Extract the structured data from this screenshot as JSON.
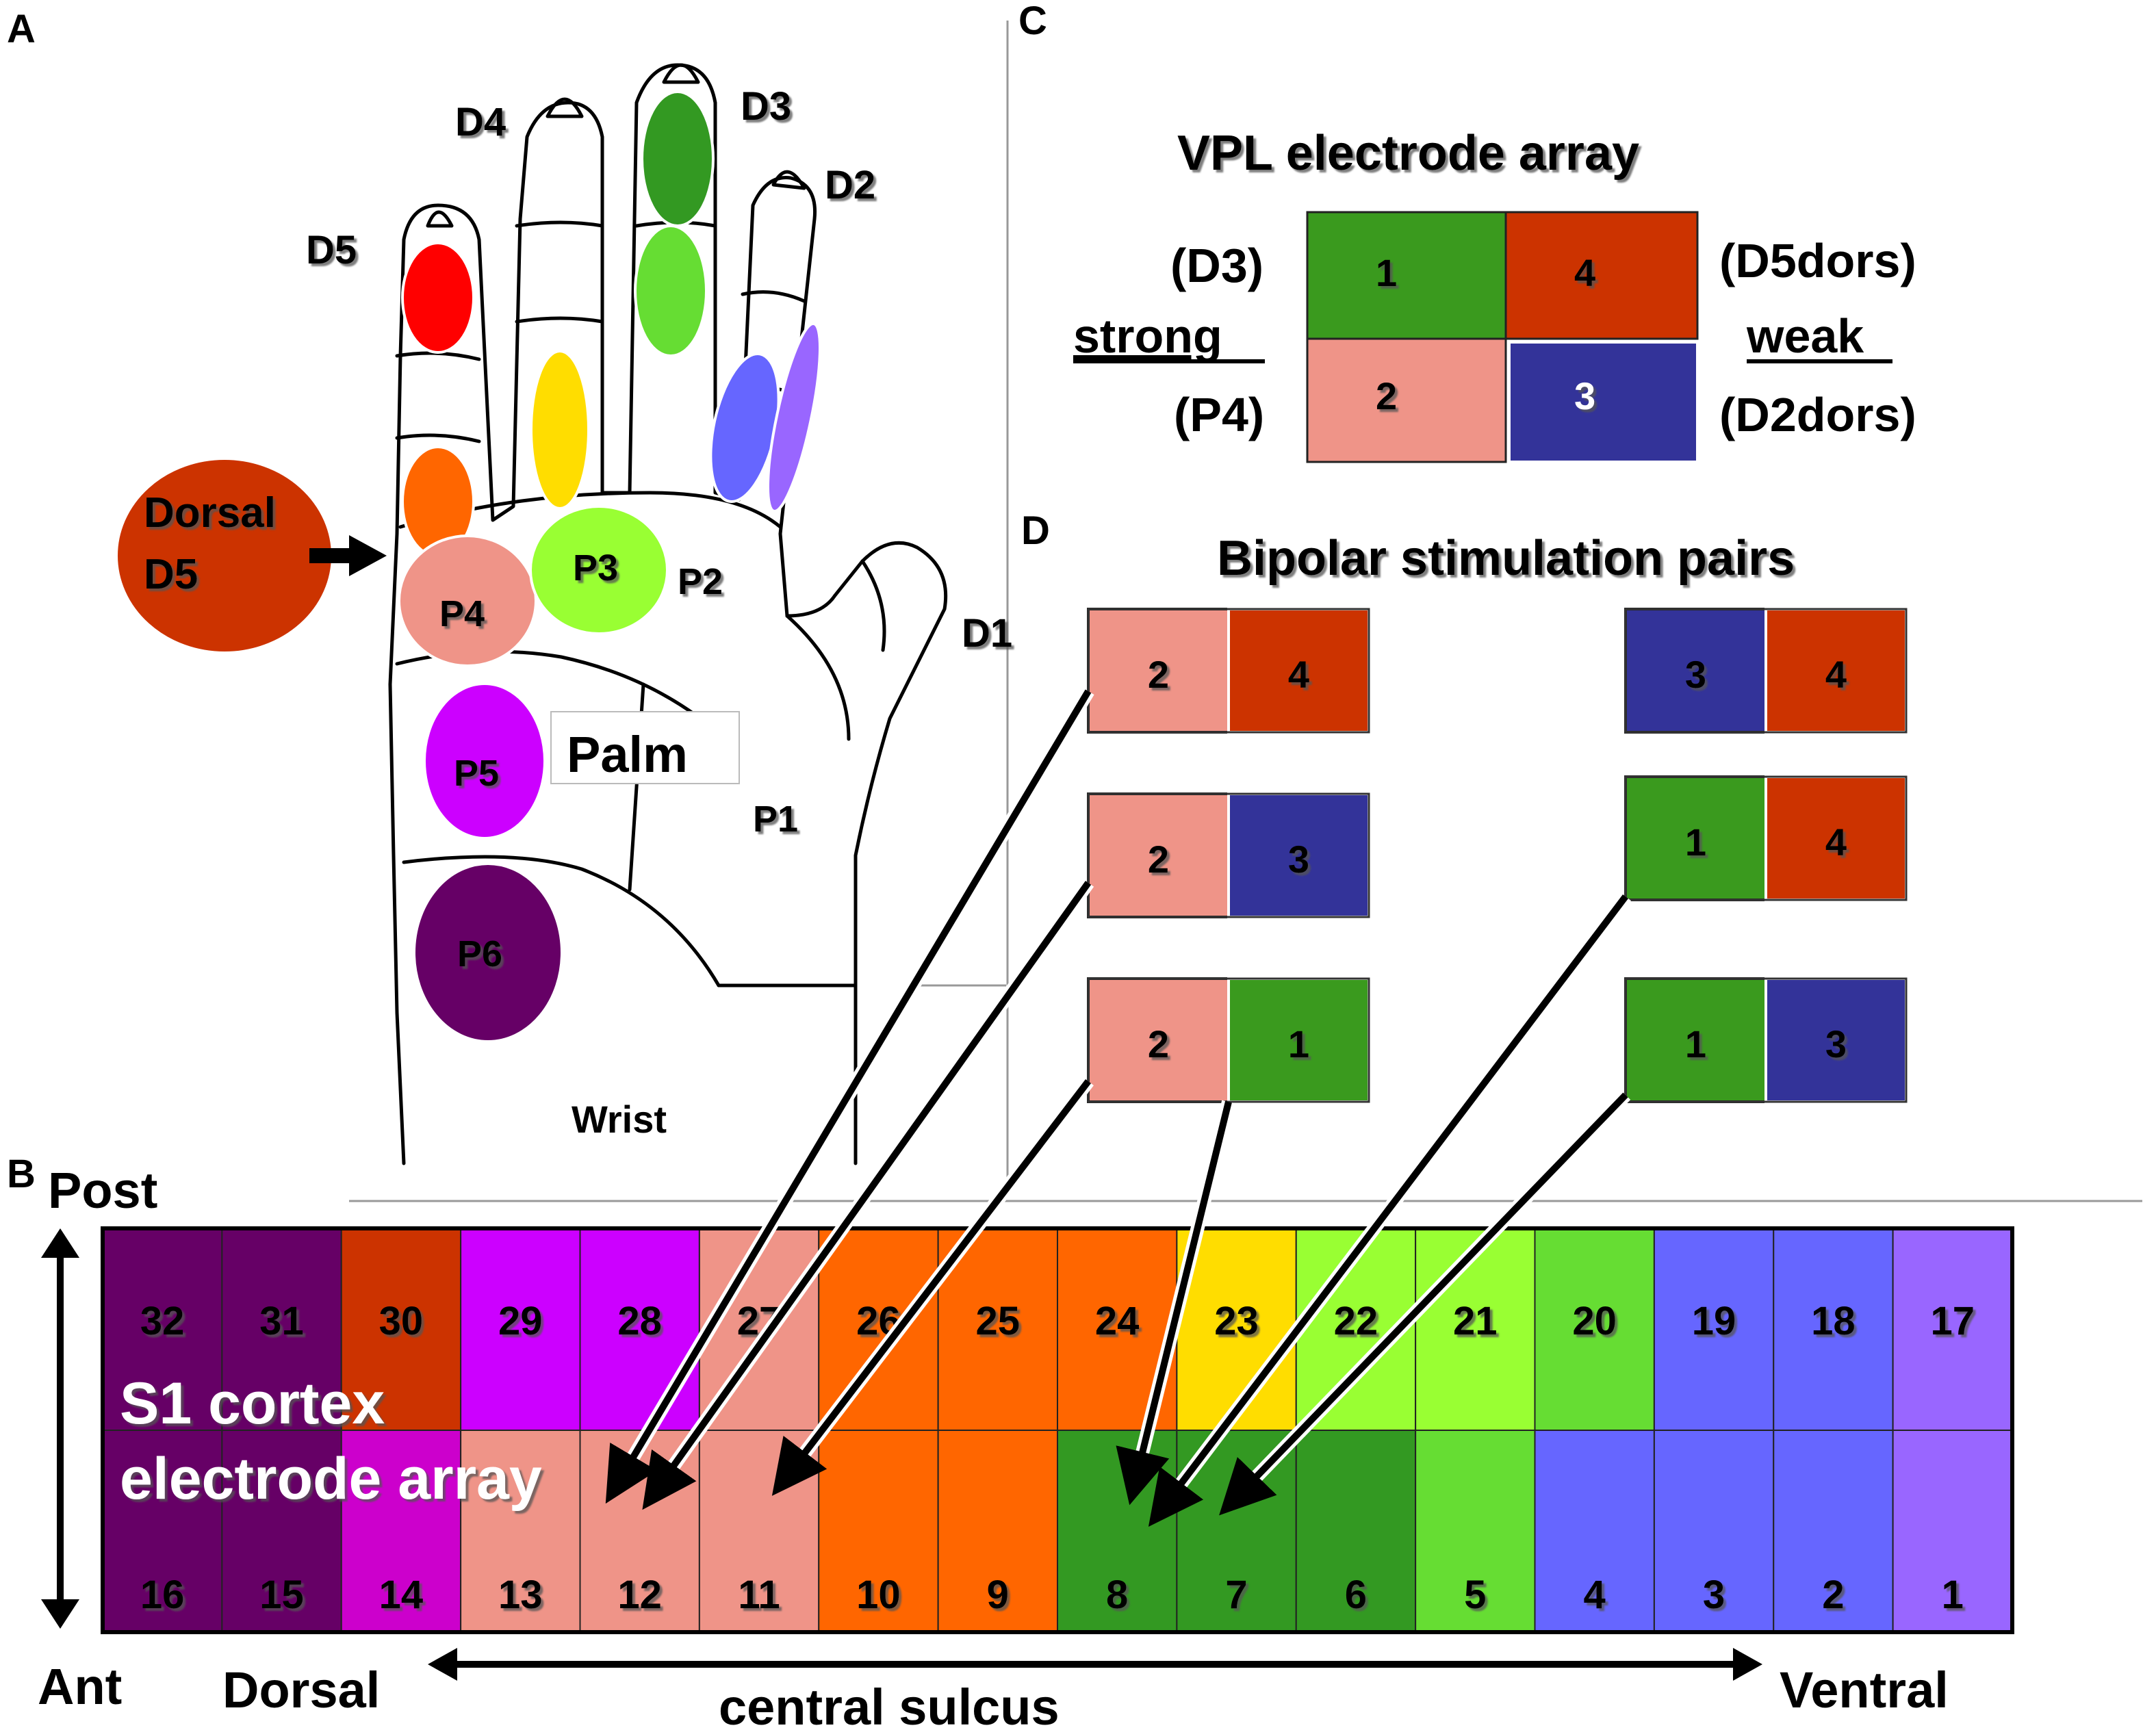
{
  "panels": {
    "a": "A",
    "b": "B",
    "c": "C",
    "d": "D"
  },
  "colors": {
    "D5": "#ff0000",
    "D5dorsal": "#cc3300",
    "D4": "#ff6600",
    "D3a": "#339922",
    "D3b": "#66dd33",
    "D3c": "#ffdd00",
    "D2a": "#6666ff",
    "D2b": "#9966ff",
    "P3": "#99ff33",
    "P4": "#ef9488",
    "P5": "#cc00ff",
    "P6": "#660066",
    "vpl1": "#3a9a1e",
    "vpl2": "#ef9488",
    "vpl3": "#333399",
    "vpl4": "#cc3300"
  },
  "hand": {
    "digits": {
      "d1": "D1",
      "d2": "D2",
      "d3": "D3",
      "d4": "D4",
      "d5": "D5"
    },
    "pads": {
      "p1": "P1",
      "p2": "P2",
      "p3": "P3",
      "p4": "P4",
      "p5": "P5",
      "p6": "P6"
    },
    "dorsal_line1": "Dorsal",
    "dorsal_line2": "D5",
    "palm": "Palm",
    "wrist": "Wrist"
  },
  "vpl": {
    "title": "VPL electrode array",
    "left_top": "(D3)",
    "left_mid": "strong",
    "left_bottom": "(P4)",
    "right_top": "(D5dors)",
    "right_mid": "weak",
    "right_bottom": "(D2dors)",
    "cells": [
      "1",
      "4",
      "2",
      "3"
    ]
  },
  "bipolar": {
    "title": "Bipolar stimulation pairs",
    "pairs": [
      {
        "a": "2",
        "b": "4",
        "target": "12"
      },
      {
        "a": "2",
        "b": "3",
        "target": "12"
      },
      {
        "a": "2",
        "b": "1",
        "target": "11"
      },
      {
        "a": "2",
        "b": "1",
        "target": "8"
      },
      {
        "a": "3",
        "b": "4",
        "target": ""
      },
      {
        "a": "1",
        "b": "4",
        "target": "8"
      },
      {
        "a": "1",
        "b": "3",
        "target": "7"
      }
    ]
  },
  "s1": {
    "post": "Post",
    "ant": "Ant",
    "label_line1": "S1 cortex",
    "label_line2": "electrode array",
    "dorsal": "Dorsal",
    "ventral": "Ventral",
    "sulcus": "central sulcus",
    "top_row": [
      {
        "n": "32",
        "color": "#660066"
      },
      {
        "n": "31",
        "color": "#660066"
      },
      {
        "n": "30",
        "color": "#cc3300"
      },
      {
        "n": "29",
        "color": "#cc00ff"
      },
      {
        "n": "28",
        "color": "#cc00ff"
      },
      {
        "n": "27",
        "color": "#ef9488"
      },
      {
        "n": "26",
        "color": "#ff6600"
      },
      {
        "n": "25",
        "color": "#ff6600"
      },
      {
        "n": "24",
        "color": "#ff6600"
      },
      {
        "n": "23",
        "color": "#ffdd00"
      },
      {
        "n": "22",
        "color": "#99ff33"
      },
      {
        "n": "21",
        "color": "#99ff33"
      },
      {
        "n": "20",
        "color": "#66dd33"
      },
      {
        "n": "19",
        "color": "#6666ff"
      },
      {
        "n": "18",
        "color": "#6666ff"
      },
      {
        "n": "17",
        "color": "#9966ff"
      }
    ],
    "bottom_row": [
      {
        "n": "16",
        "color": "#660066"
      },
      {
        "n": "15",
        "color": "#660066"
      },
      {
        "n": "14",
        "color": "#cc00cc"
      },
      {
        "n": "13",
        "color": "#ef9488"
      },
      {
        "n": "12",
        "color": "#ef9488"
      },
      {
        "n": "11",
        "color": "#ef9488"
      },
      {
        "n": "10",
        "color": "#ff6600"
      },
      {
        "n": "9",
        "color": "#ff6600"
      },
      {
        "n": "8",
        "color": "#339922"
      },
      {
        "n": "7",
        "color": "#339922"
      },
      {
        "n": "6",
        "color": "#339922"
      },
      {
        "n": "5",
        "color": "#66dd33"
      },
      {
        "n": "4",
        "color": "#6666ff"
      },
      {
        "n": "3",
        "color": "#6666ff"
      },
      {
        "n": "2",
        "color": "#6666ff"
      },
      {
        "n": "1",
        "color": "#9966ff"
      }
    ]
  }
}
